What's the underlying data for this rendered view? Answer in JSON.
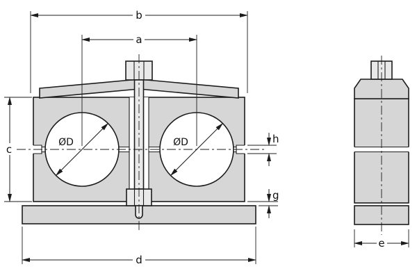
{
  "drawing": {
    "front_view": {
      "dim_a": "a",
      "dim_b": "b",
      "dim_c": "c",
      "dim_d": "d",
      "dim_g": "g",
      "dim_h": "h",
      "bore_left_label": "ØD",
      "bore_right_label": "ØD"
    },
    "side_view": {
      "dim_e": "e"
    },
    "colors": {
      "line": "#1c1c1c",
      "body_fill": "#d6d6d6",
      "bolt_fill": "#e9e9e9",
      "hole_fill": "#ffffff",
      "background": "#ffffff"
    }
  }
}
